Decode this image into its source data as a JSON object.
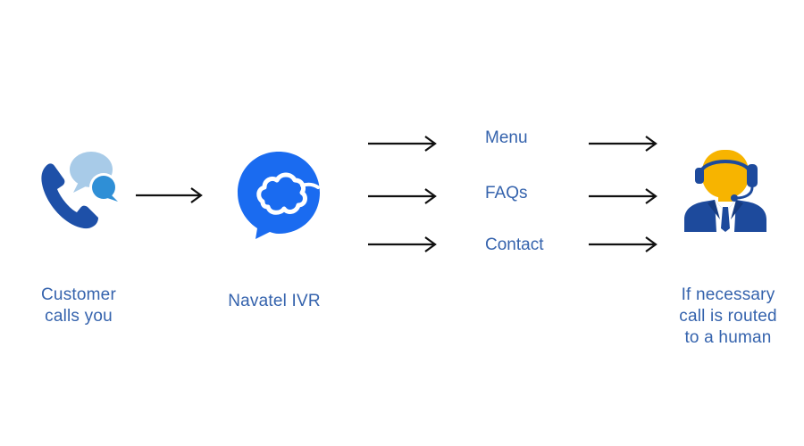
{
  "steps": {
    "customer": {
      "label": "Customer\ncalls you",
      "icon": "phone-chat-icon"
    },
    "ivr": {
      "label": "Navatel IVR",
      "icon": "navatel-logo-icon"
    },
    "options": [
      "Menu",
      "FAQs",
      "Contact"
    ],
    "human": {
      "label": "If necessary\ncall is routed\nto a human",
      "icon": "support-agent-icon"
    }
  },
  "colors": {
    "label_text": "#3563ad",
    "phone_blue": "#1e50a8",
    "bubble_light": "#a8cbe8",
    "bubble_dark": "#2f8fd6",
    "navatel_blue": "#1a6bf0",
    "agent_yellow": "#f7b400",
    "agent_navy": "#1d4a9c",
    "arrow": "#111111"
  }
}
